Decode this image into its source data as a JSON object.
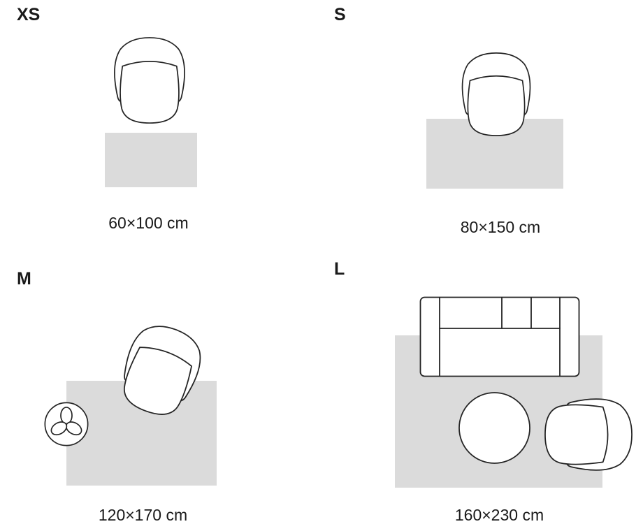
{
  "colors": {
    "rug_fill": "#dbdbdb",
    "outline_stroke": "#242424",
    "text": "#1a1a1a",
    "background": "#ffffff"
  },
  "icons": {
    "armchair-icon": "svg-armchair-top-view",
    "sofa-icon": "svg-sofa-top-view",
    "plant-icon": "svg-plant-top-view",
    "coffee-table-icon": "svg-round-table-top-view"
  },
  "panels": [
    {
      "id": "xs",
      "label": "XS",
      "caption": "60×100 cm"
    },
    {
      "id": "s",
      "label": "S",
      "caption": "80×150 cm"
    },
    {
      "id": "m",
      "label": "M",
      "caption": "120×170 cm"
    },
    {
      "id": "l",
      "label": "L",
      "caption": "160×230 cm"
    }
  ]
}
